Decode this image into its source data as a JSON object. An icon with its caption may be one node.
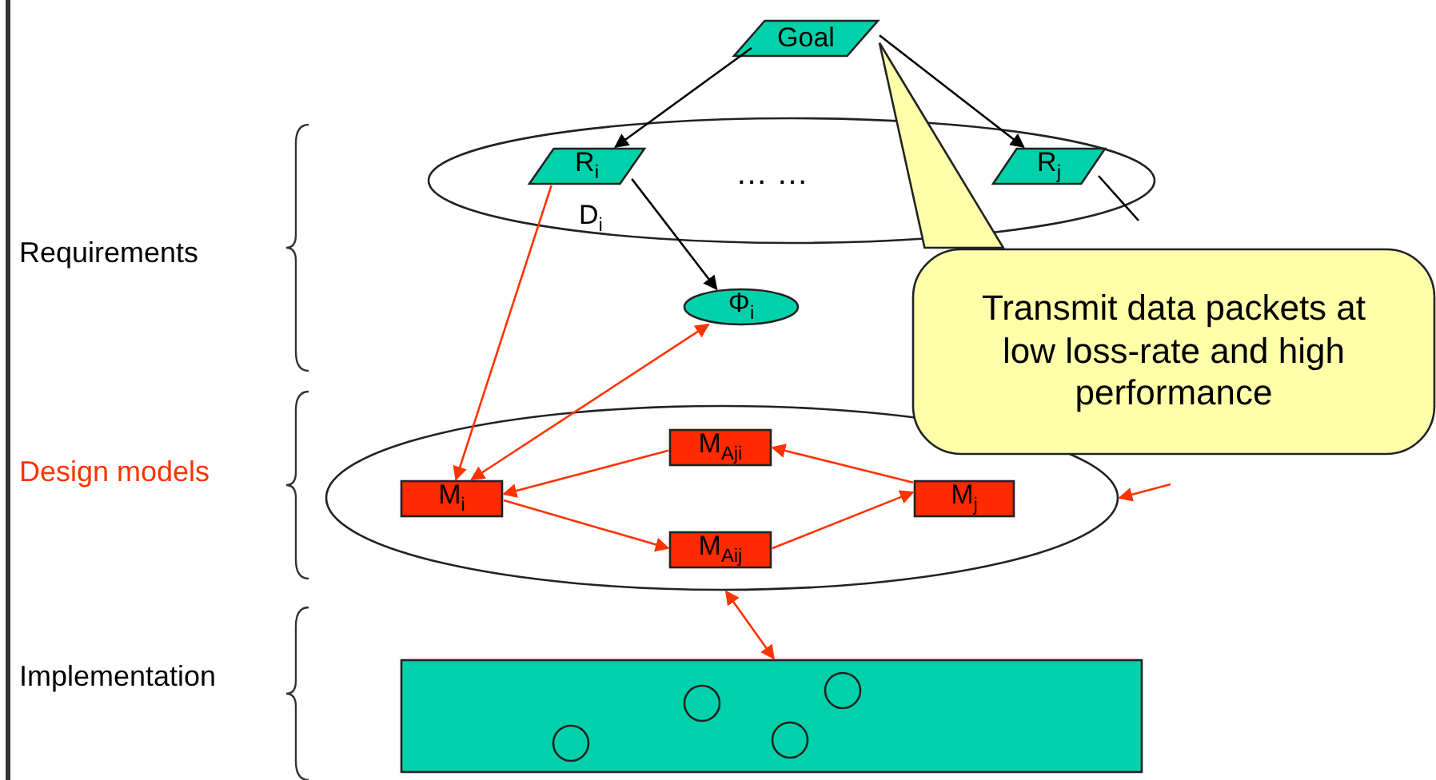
{
  "diagram": {
    "nodes": [
      {
        "text": [
          "Goal"
        ]
      },
      {
        "text": [],
        "shape": "ellipse"
      },
      {
        "text": [
          "R$_{i}$"
        ],
        "in": 1,
        "beside": [
          "D$_{i}$"
        ]
      },
      {
        "text": [
          "R$_{j}$"
        ],
        "in": 1
      },
      {
        "text": [
          "Φ$_{i}$"
        ]
      },
      {
        "text": [],
        "shape": "ellipse"
      },
      {
        "text": [
          "M$_{i}$"
        ],
        "in": 5
      },
      {
        "text": [
          "M$_{Aji}$"
        ],
        "in": 5
      },
      {
        "text": [
          "M$_{Aij}$"
        ],
        "in": 5
      },
      {
        "text": [
          "M$_{j}$"
        ],
        "in": 5
      },
      {
        "text": [],
        "shape": "box"
      },
      {
        "text": [],
        "shape": "circle",
        "in": 10
      },
      {
        "text": [],
        "shape": "circle",
        "in": 10
      },
      {
        "text": [],
        "shape": "circle",
        "in": 10
      },
      {
        "text": [],
        "shape": "circle",
        "in": 10
      },
      {
        "text": [
          "Transmit data packets at low loss-rate and high performance"
        ]
      }
    ],
    "edges": [
      {
        "from": 0,
        "to": 2,
        "arrow": "to",
        "color": "#000000"
      },
      {
        "from": 0,
        "to": 3,
        "arrow": "to",
        "color": "#000000"
      },
      {
        "from": 2,
        "to": 6,
        "arrow": "to"
      },
      {
        "from": 2,
        "to": 4,
        "arrow": "to",
        "color": "#000000"
      },
      {
        "from": 6,
        "to": 4,
        "arrow": "both"
      },
      {
        "from": 7,
        "to": 6,
        "arrow": "to"
      },
      {
        "from": 6,
        "to": 8,
        "arrow": "to"
      },
      {
        "from": 8,
        "to": 9,
        "arrow": "to"
      },
      {
        "from": 9,
        "to": 7,
        "arrow": "to"
      },
      {
        "from": 5,
        "to": 10,
        "arrow": "both"
      },
      {
        "from": 3,
        "to": null,
        "arrow": "none",
        "color": "#000000"
      },
      {
        "from": null,
        "to": 5,
        "arrow": "to"
      },
      {
        "from": 0,
        "to": 15,
        "arrow": "none",
        "color": "#222222"
      }
    ],
    "labels": [
      "Requirements",
      "… …",
      "Design models",
      "Implementation"
    ]
  }
}
